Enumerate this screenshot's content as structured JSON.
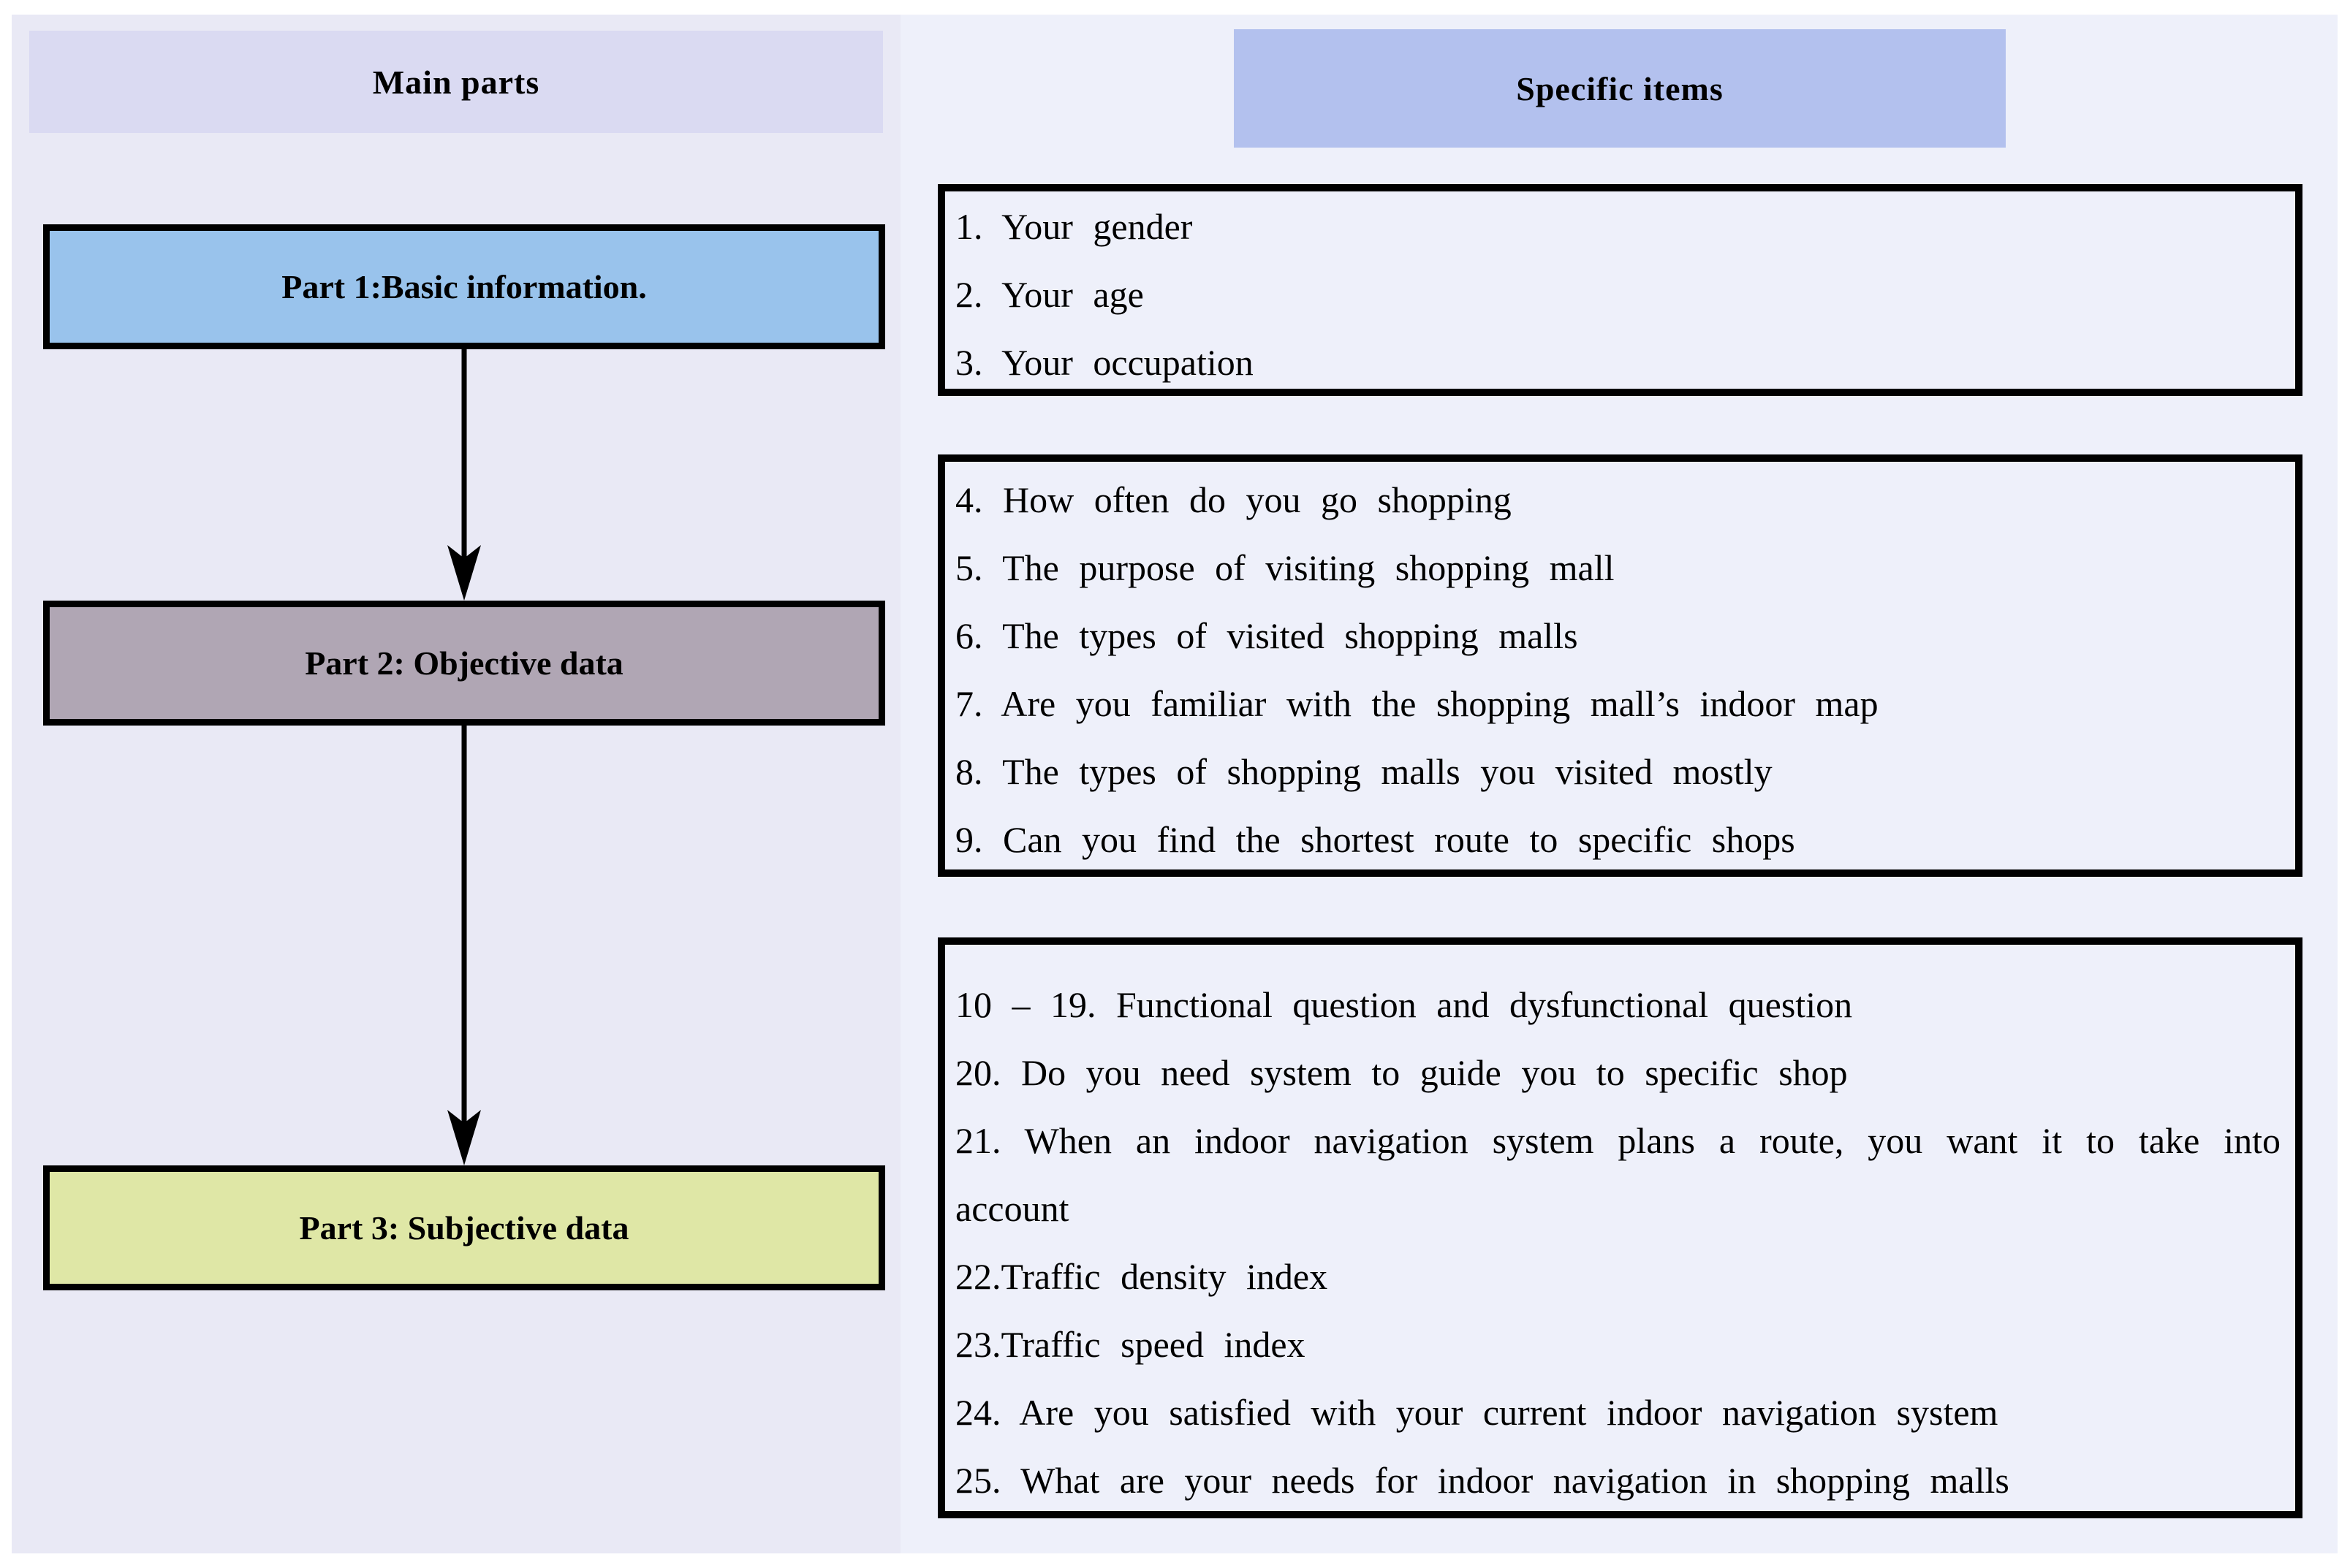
{
  "left_column": {
    "header": "Main parts",
    "parts": [
      {
        "label": "Part 1:Basic information."
      },
      {
        "label": "Part 2: Objective data"
      },
      {
        "label": "Part 3: Subjective data"
      }
    ]
  },
  "right_column": {
    "header": "Specific items",
    "boxes": [
      {
        "items": [
          "1. Your gender",
          "2. Your age",
          "3. Your occupation"
        ]
      },
      {
        "items": [
          "4. How often do you go shopping",
          "5. The purpose of visiting shopping mall",
          "6. The types of visited shopping malls",
          "7. Are you familiar with the shopping mall’s indoor map",
          "8. The types of shopping malls you visited mostly",
          "9. Can you find the shortest route to specific shops"
        ]
      },
      {
        "items": [
          "10 – 19. Functional question and dysfunctional question",
          "20. Do you need system to guide you to specific shop",
          "21. When an indoor navigation system plans a route, you want it to take into account",
          "22.Traffic density index",
          "23.Traffic speed index",
          "24. Are you satisfied with your current indoor navigation system",
          "25. What are your needs for indoor navigation in shopping malls"
        ]
      }
    ]
  },
  "colors": {
    "page-bg": "#ffffff",
    "left-panel-bg": "#e9e9f5",
    "right-panel-bg": "#eef0fa",
    "main-header-bg": "#dadaf2",
    "specific-header-bg": "#b3c1ee",
    "part1-fill": "#99c3ec",
    "part2-fill": "#b0a6b4",
    "part3-fill": "#dfe7a6",
    "box-border": "#000000",
    "arrow-color": "#000000"
  }
}
